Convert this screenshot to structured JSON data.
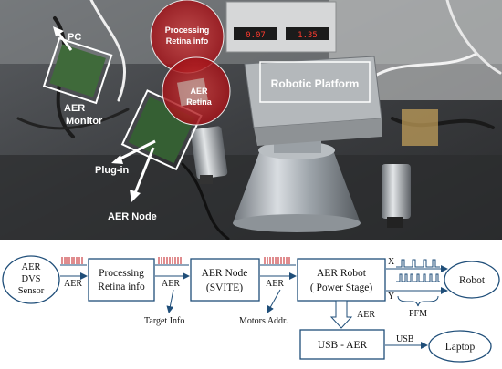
{
  "photo": {
    "labels": {
      "pc": "PC",
      "aer_monitor_line1": "AER",
      "aer_monitor_line2": "Monitor",
      "plug_in": "Plug-in",
      "aer_node": "AER Node",
      "processing_line1": "Processing",
      "processing_line2": "Retina info",
      "aer_retina_line1": "AER",
      "aer_retina_line2": "Retina",
      "robotic_platform": "Robotic Platform"
    },
    "power_supply_readout_left": "0.07",
    "power_supply_readout_right": "1.35",
    "colors": {
      "highlight_red": "#c0181e",
      "box_white": "#ffffff"
    }
  },
  "diagram": {
    "sensor": {
      "line1": "AER",
      "line2": "DVS",
      "line3": "Sensor"
    },
    "processing": {
      "line1": "Processing",
      "line2": "Retina info"
    },
    "aer_node": {
      "line1": "AER Node",
      "line2": "(SVITE)"
    },
    "aer_robot": {
      "line1": "AER Robot",
      "line2": "( Power Stage)"
    },
    "robot": "Robot",
    "usb_aer": "USB - AER",
    "laptop": "Laptop",
    "link_labels": {
      "aer1": "AER",
      "aer2": "AER",
      "aer3": "AER",
      "aer_down": "AER",
      "usb": "USB",
      "x": "X",
      "y": "Y",
      "pfm": "PFM"
    },
    "annotations": {
      "target_info": "Target Info",
      "motors_addr": "Motors Addr."
    },
    "colors": {
      "line": "#1f4e79",
      "spikes": "#c0181e"
    }
  }
}
